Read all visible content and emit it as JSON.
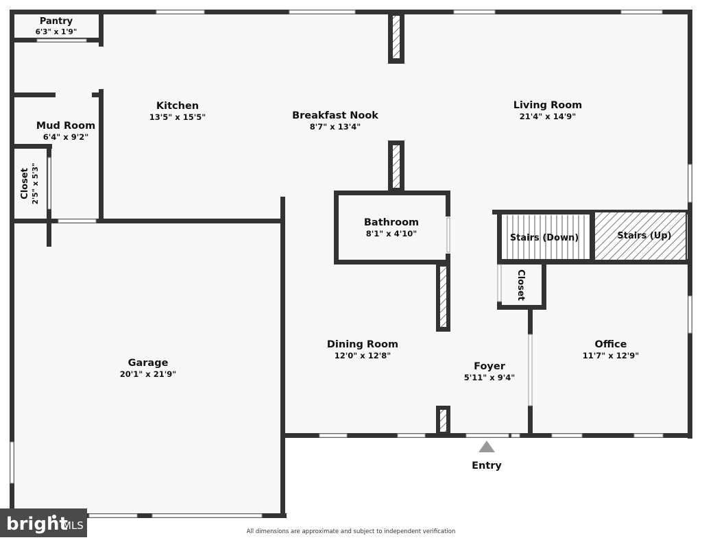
{
  "rooms": {
    "pantry": {
      "name": "Pantry",
      "dims": "6'3\" x 1'9\""
    },
    "kitchen": {
      "name": "Kitchen",
      "dims": "13'5\" x 15'5\""
    },
    "breakfast_nook": {
      "name": "Breakfast Nook",
      "dims": "8'7\" x 13'4\""
    },
    "living_room": {
      "name": "Living Room",
      "dims": "21'4\" x 14'9\""
    },
    "mud_room": {
      "name": "Mud Room",
      "dims": "6'4\" x 9'2\""
    },
    "closet_left": {
      "name": "Closet",
      "dims": "2'5\" x 5'3\""
    },
    "bathroom": {
      "name": "Bathroom",
      "dims": "8'1\" x 4'10\""
    },
    "stairs_down": {
      "name": "Stairs (Down)"
    },
    "stairs_up": {
      "name": "Stairs (Up)"
    },
    "closet_right": {
      "name": "Closet"
    },
    "garage": {
      "name": "Garage",
      "dims": "20'1\" x 21'9\""
    },
    "dining_room": {
      "name": "Dining Room",
      "dims": "12'0\" x 12'8\""
    },
    "foyer": {
      "name": "Foyer",
      "dims": "5'11\" x 9'4\""
    },
    "office": {
      "name": "Office",
      "dims": "11'7\" x 12'9\""
    }
  },
  "entry_label": "Entry",
  "footer_note": "All dimensions are approximate and subject to independent verification",
  "logo": {
    "text": "bright MLS",
    "background": "#4a4a4a"
  },
  "colors": {
    "wall": "#333333",
    "floor": "#f7f7f7"
  }
}
